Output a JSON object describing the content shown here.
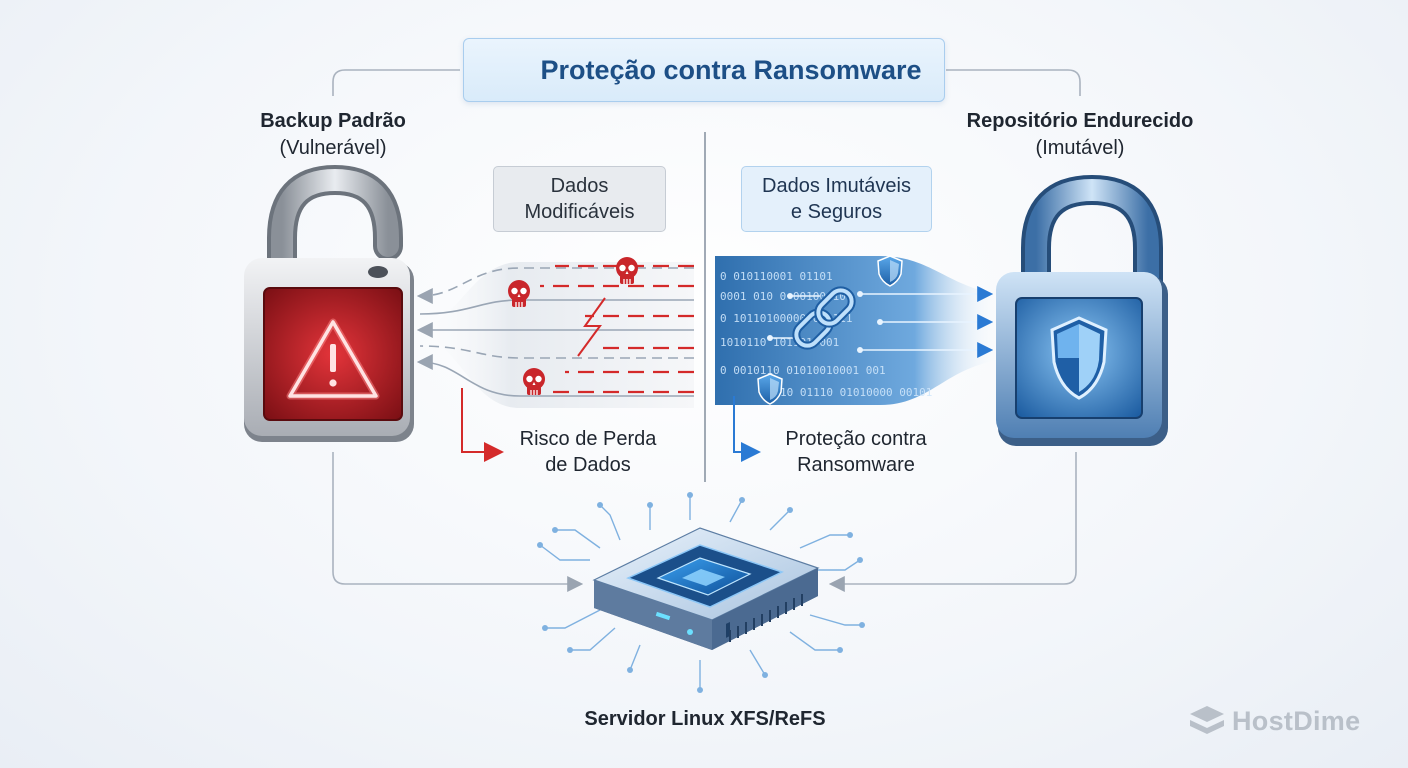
{
  "title": "Proteção contra Ransomware",
  "left": {
    "heading": "Backup Padrão",
    "subheading": "(Vulnerável)",
    "tag_line1": "Dados",
    "tag_line2": "Modificáveis",
    "note_line1": "Risco de Perda",
    "note_line2": "de Dados"
  },
  "right": {
    "heading": "Repositório Endurecido",
    "subheading": "(Imutável)",
    "tag_line1": "Dados Imutáveis",
    "tag_line2": "e Seguros",
    "note_line1": "Proteção contra",
    "note_line2": "Ransomware"
  },
  "server_label": "Servidor Linux XFS/ReFS",
  "binary_lines": [
    "0 010110001 01101",
    "0001 010 0 00100 10",
    "0 10110100000001 111",
    "1010110 1011010001",
    "0 0010110 01010010001 001",
    "10 01110 01010000 00101"
  ],
  "logo_text": "HostDime",
  "colors": {
    "danger": "#d42a2a",
    "accent": "#2a7ad4",
    "title": "#1d4f86"
  },
  "icons": {
    "title": "shield-icon",
    "left_lock": "open-padlock-icon",
    "warning": "warning-icon",
    "right_lock": "closed-padlock-icon",
    "shield": "shield-icon",
    "skull": "skull-icon",
    "chain": "chain-link-icon",
    "server": "server-chip-icon",
    "logo": "hostdime-logo-icon"
  }
}
